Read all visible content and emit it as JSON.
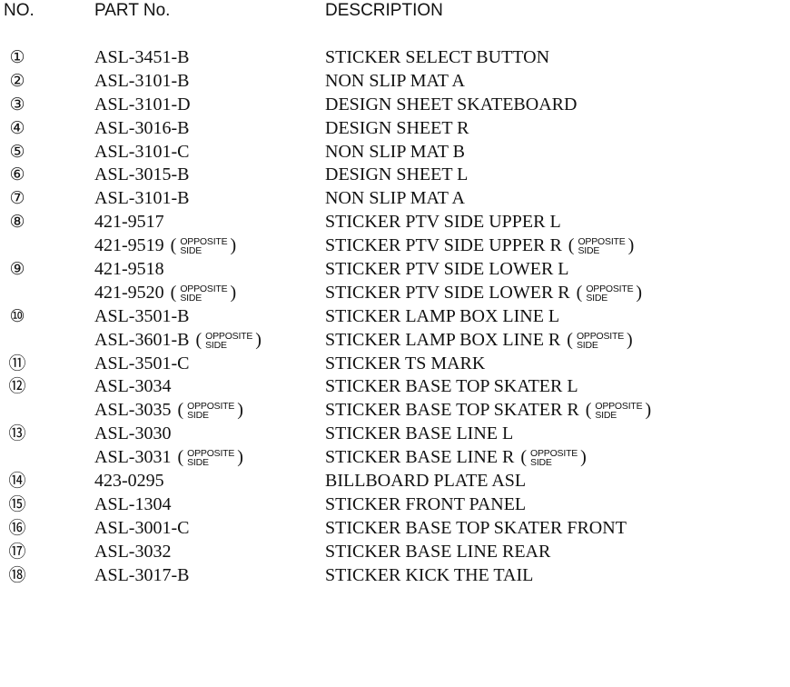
{
  "headers": {
    "no": "NO.",
    "part_no": "PART No.",
    "description": "DESCRIPTION"
  },
  "opposite_note": {
    "line1": "OPPOSITE",
    "line2": "SIDE",
    "open": "(",
    "close": ")"
  },
  "rows": [
    {
      "no": "①",
      "part": "ASL-3451-B",
      "desc": "STICKER SELECT BUTTON",
      "opposite": false
    },
    {
      "no": "②",
      "part": "ASL-3101-B",
      "desc": "NON SLIP MAT A",
      "opposite": false
    },
    {
      "no": "③",
      "part": "ASL-3101-D",
      "desc": "DESIGN SHEET SKATEBOARD",
      "opposite": false
    },
    {
      "no": "④",
      "part": "ASL-3016-B",
      "desc": "DESIGN SHEET R",
      "opposite": false
    },
    {
      "no": "⑤",
      "part": "ASL-3101-C",
      "desc": "NON SLIP MAT B",
      "opposite": false
    },
    {
      "no": "⑥",
      "part": "ASL-3015-B",
      "desc": "DESIGN SHEET L",
      "opposite": false
    },
    {
      "no": "⑦",
      "part": "ASL-3101-B",
      "desc": "NON SLIP MAT A",
      "opposite": false
    },
    {
      "no": "⑧",
      "part": "421-9517",
      "desc": "STICKER PTV SIDE UPPER L",
      "opposite": false
    },
    {
      "no": "",
      "part": "421-9519",
      "desc": "STICKER PTV SIDE UPPER R",
      "opposite": true
    },
    {
      "no": "⑨",
      "part": "421-9518",
      "desc": "STICKER PTV SIDE LOWER L",
      "opposite": false
    },
    {
      "no": "",
      "part": "421-9520",
      "desc": "STICKER PTV SIDE LOWER R",
      "opposite": true
    },
    {
      "no": "⑩",
      "part": "ASL-3501-B",
      "desc": "STICKER LAMP BOX LINE L",
      "opposite": false
    },
    {
      "no": "",
      "part": "ASL-3601-B",
      "desc": "STICKER LAMP BOX LINE R",
      "opposite": true
    },
    {
      "no": "⑪",
      "part": "ASL-3501-C",
      "desc": "STICKER TS MARK",
      "opposite": false
    },
    {
      "no": "⑫",
      "part": "ASL-3034",
      "desc": "STICKER BASE TOP SKATER L",
      "opposite": false
    },
    {
      "no": "",
      "part": "ASL-3035",
      "desc": "STICKER BASE TOP SKATER R",
      "opposite": true
    },
    {
      "no": "⑬",
      "part": "ASL-3030",
      "desc": "STICKER BASE LINE L",
      "opposite": false
    },
    {
      "no": "",
      "part": "ASL-3031",
      "desc": "STICKER BASE LINE R",
      "opposite": true
    },
    {
      "no": "⑭",
      "part": "423-0295",
      "desc": "BILLBOARD PLATE ASL",
      "opposite": false
    },
    {
      "no": "⑮",
      "part": "ASL-1304",
      "desc": "STICKER FRONT PANEL",
      "opposite": false
    },
    {
      "no": "⑯",
      "part": "ASL-3001-C",
      "desc": "STICKER BASE TOP SKATER FRONT",
      "opposite": false
    },
    {
      "no": "⑰",
      "part": "ASL-3032",
      "desc": "STICKER BASE LINE REAR",
      "opposite": false
    },
    {
      "no": "⑱",
      "part": "ASL-3017-B",
      "desc": "STICKER KICK THE TAIL",
      "opposite": false
    }
  ]
}
